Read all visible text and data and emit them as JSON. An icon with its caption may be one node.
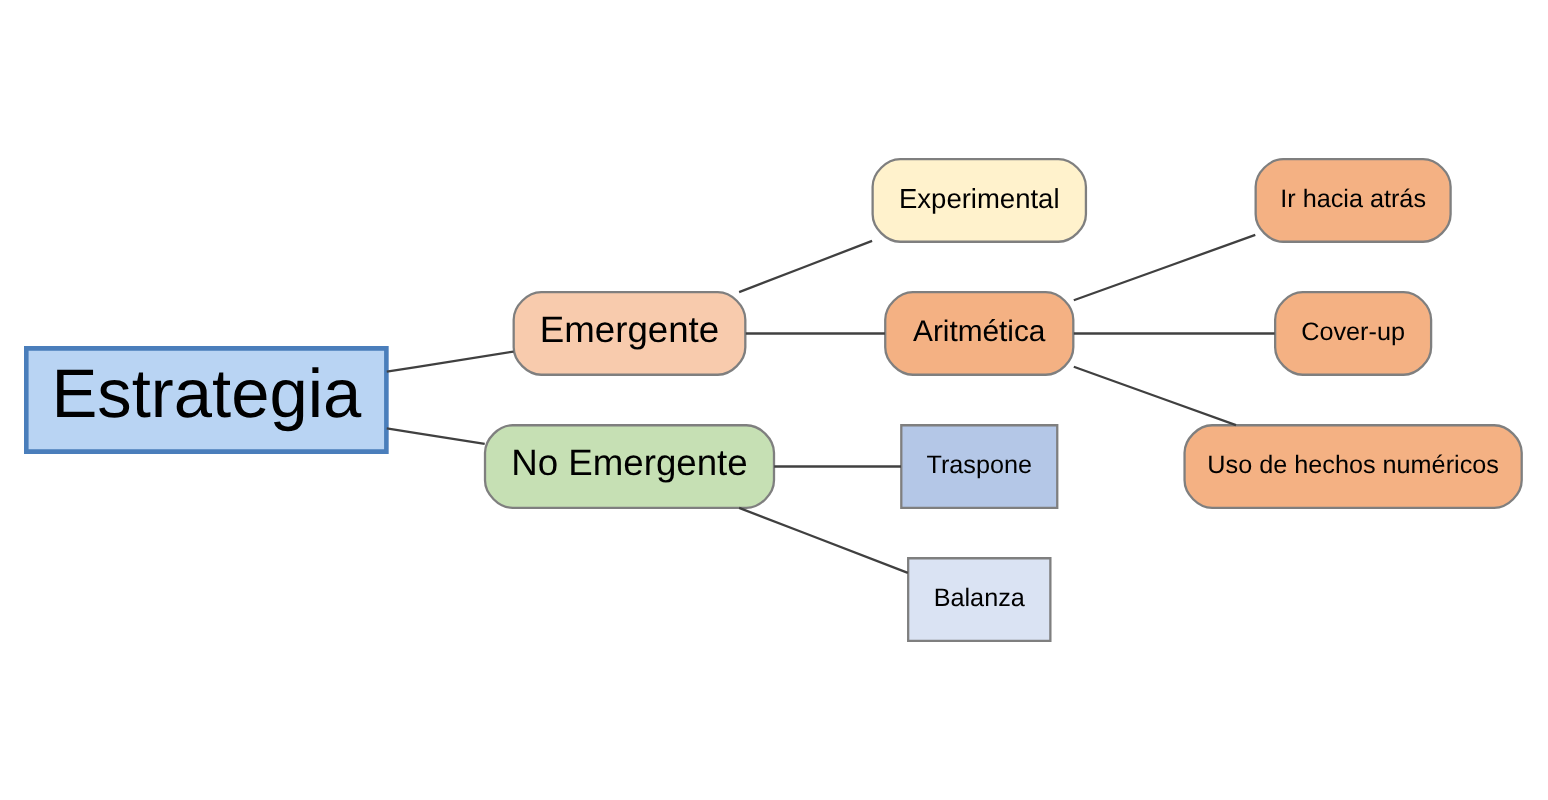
{
  "diagram": {
    "nodes": [
      {
        "text": [
          "Estrategia"
        ]
      },
      {
        "text": [
          "Emergente"
        ]
      },
      {
        "text": [
          "No Emergente"
        ]
      },
      {
        "text": [
          "Experimental"
        ]
      },
      {
        "text": [
          "Aritmética"
        ]
      },
      {
        "text": [
          "Ir hacia atrás"
        ]
      },
      {
        "text": [
          "Cover-up"
        ]
      },
      {
        "text": [
          "Uso de hechos numéricos"
        ]
      },
      {
        "text": [
          "Traspone"
        ]
      },
      {
        "text": [
          "Balanza"
        ]
      }
    ],
    "edges": [
      {
        "from": 0,
        "to": 1,
        "arrow": "none"
      },
      {
        "from": 0,
        "to": 2,
        "arrow": "none"
      },
      {
        "from": 1,
        "to": 3,
        "arrow": "none"
      },
      {
        "from": 1,
        "to": 4,
        "arrow": "none"
      },
      {
        "from": 4,
        "to": 5,
        "arrow": "none"
      },
      {
        "from": 4,
        "to": 6,
        "arrow": "none"
      },
      {
        "from": 4,
        "to": 7,
        "arrow": "none"
      },
      {
        "from": 2,
        "to": 8,
        "arrow": "none"
      },
      {
        "from": 2,
        "to": 9,
        "arrow": "none"
      }
    ]
  }
}
